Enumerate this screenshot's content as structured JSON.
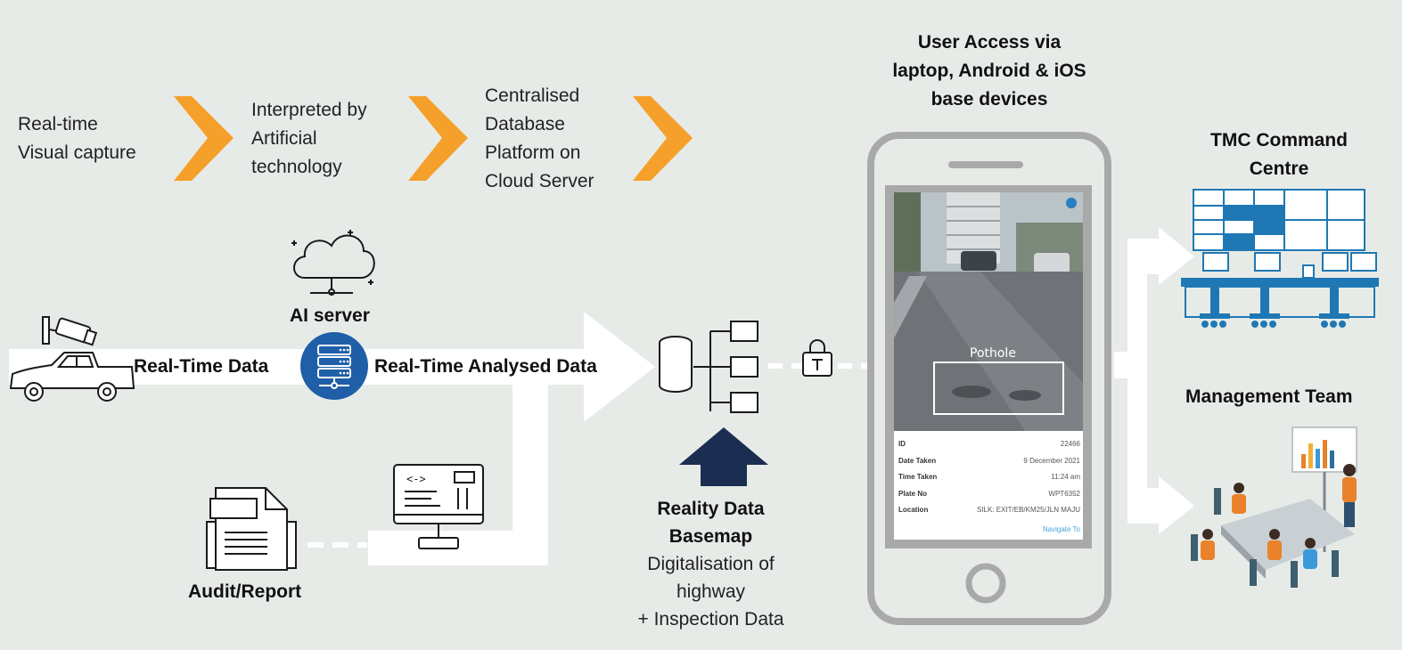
{
  "process_steps": [
    {
      "lines": [
        "Real-time",
        "Visual capture"
      ]
    },
    {
      "lines": [
        "Interpreted by",
        "Artificial",
        "technology"
      ]
    },
    {
      "lines": [
        "Centralised",
        "Database",
        "Platform on",
        "Cloud Server"
      ]
    }
  ],
  "ai_server_label": "AI server",
  "realtime_data_label": "Real-Time Data",
  "analysed_data_label": "Real-Time Analysed Data",
  "audit_label": "Audit/Report",
  "basemap": {
    "title_lines": [
      "Reality Data",
      "Basemap"
    ],
    "desc_lines": [
      "Digitalisation of",
      "highway",
      "+ Inspection Data"
    ]
  },
  "user_access_lines": [
    "User Access via",
    "laptop, Android & iOS",
    "base devices"
  ],
  "tmc_lines": [
    "TMC Command",
    "Centre"
  ],
  "management_label": "Management Team",
  "phone_screen": {
    "detection_label": "Pothole",
    "rows": [
      {
        "key": "ID",
        "value": "22466"
      },
      {
        "key": "Date Taken",
        "value": "9 December 2021"
      },
      {
        "key": "Time Taken",
        "value": "11:24 am"
      },
      {
        "key": "Plate No",
        "value": "WPT6352"
      },
      {
        "key": "Location",
        "value": "SILK: EXIT/EB/KM25/JLN MAJU"
      }
    ],
    "footer_link": "Navigate To"
  },
  "colors": {
    "background": "#e7ebe7",
    "chevron": "#f5a02a",
    "server_circle": "#1f5fa8",
    "navy_arrow": "#1b2e52",
    "phone_frame": "#a9a9a9",
    "dashboard_blue": "#1f78b4"
  }
}
